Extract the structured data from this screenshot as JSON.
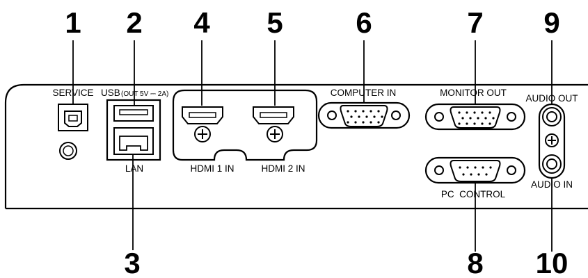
{
  "callouts": [
    "1",
    "2",
    "3",
    "4",
    "5",
    "6",
    "7",
    "8",
    "9",
    "10"
  ],
  "ports": {
    "service": "SERVICE",
    "usb_main": "USB",
    "usb_spec": "(OUT 5V ⎓ 2A)",
    "lan": "LAN",
    "hdmi1": "HDMI 1 IN",
    "hdmi2": "HDMI 2 IN",
    "computer_in": "COMPUTER IN",
    "monitor_out": "MONITOR OUT",
    "pc_control": "PC  CONTROL",
    "audio_out": "AUDIO OUT",
    "audio_in": "AUDIO IN"
  }
}
